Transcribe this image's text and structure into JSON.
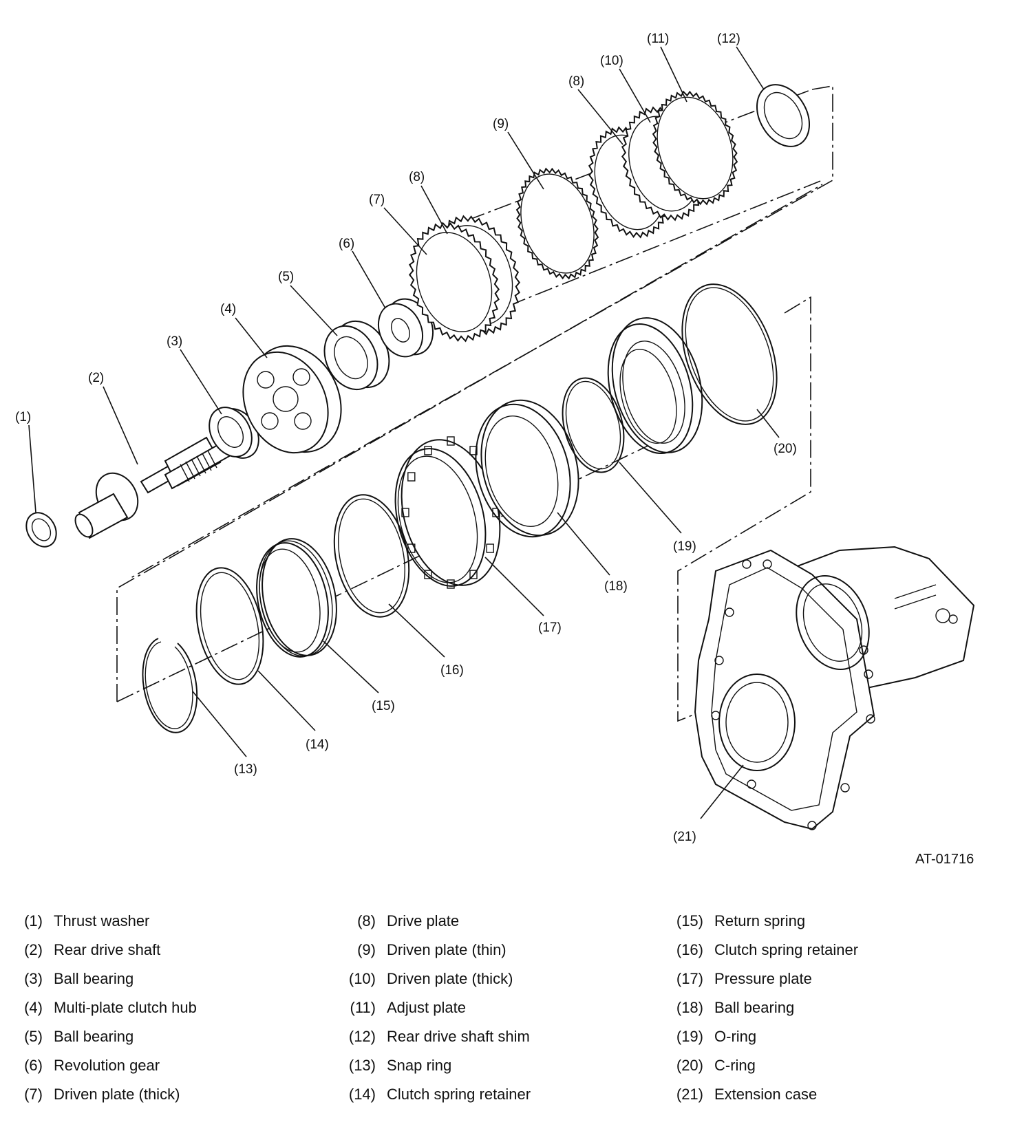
{
  "diagram": {
    "drawing_id": "AT-01716",
    "callouts": [
      "(1)",
      "(2)",
      "(3)",
      "(4)",
      "(5)",
      "(6)",
      "(7)",
      "(8)",
      "(9)",
      "(8)",
      "(10)",
      "(11)",
      "(12)",
      "(13)",
      "(14)",
      "(15)",
      "(16)",
      "(17)",
      "(18)",
      "(19)",
      "(20)",
      "(21)"
    ]
  },
  "legend": {
    "columns": [
      [
        {
          "num": "(1)",
          "name": "Thrust washer"
        },
        {
          "num": "(2)",
          "name": "Rear drive shaft"
        },
        {
          "num": "(3)",
          "name": "Ball bearing"
        },
        {
          "num": "(4)",
          "name": "Multi-plate clutch hub"
        },
        {
          "num": "(5)",
          "name": "Ball bearing"
        },
        {
          "num": "(6)",
          "name": "Revolution gear"
        },
        {
          "num": "(7)",
          "name": "Driven plate (thick)"
        }
      ],
      [
        {
          "num": "(8)",
          "name": "Drive plate"
        },
        {
          "num": "(9)",
          "name": "Driven plate (thin)"
        },
        {
          "num": "(10)",
          "name": "Driven plate (thick)"
        },
        {
          "num": "(11)",
          "name": "Adjust plate"
        },
        {
          "num": "(12)",
          "name": "Rear drive shaft shim"
        },
        {
          "num": "(13)",
          "name": "Snap ring"
        },
        {
          "num": "(14)",
          "name": "Clutch spring retainer"
        }
      ],
      [
        {
          "num": "(15)",
          "name": "Return spring"
        },
        {
          "num": "(16)",
          "name": "Clutch spring retainer"
        },
        {
          "num": "(17)",
          "name": "Pressure plate"
        },
        {
          "num": "(18)",
          "name": "Ball bearing"
        },
        {
          "num": "(19)",
          "name": "O-ring"
        },
        {
          "num": "(20)",
          "name": "C-ring"
        },
        {
          "num": "(21)",
          "name": "Extension case"
        }
      ]
    ]
  }
}
